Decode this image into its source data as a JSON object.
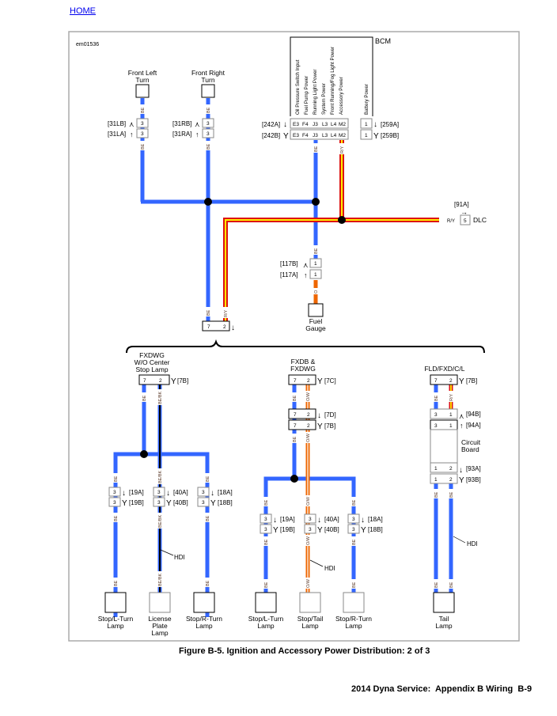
{
  "header": {
    "home_link": "HOME"
  },
  "figure": {
    "id": "em01536",
    "caption": "Figure B-5. Ignition and Accessory Power Distribution: 2 of 3",
    "footer": "2014 Dyna Service:  Appendix B Wiring  B-9"
  },
  "colors": {
    "wire_blue": "#3366ff",
    "wire_red": "#dd1111",
    "wire_yellow": "#ffee00",
    "wire_orange": "#ee6600",
    "wire_black": "#000000",
    "frame_gray": "#aaaaaa"
  },
  "bcm": {
    "label": "BCM",
    "pins": [
      "Oil Pressure Switch Input",
      "Fuel Pump Power",
      "Running Light Power",
      "System Power",
      "Front Running/Fog Light Power",
      "Accessory Power"
    ],
    "battery_pin": "Battery Power",
    "pin_ids": [
      "E3",
      "F4",
      "J3",
      "L3",
      "L4",
      "M2"
    ],
    "connector_a": "[242A]",
    "connector_b": "[242B]",
    "batt_pin_id": "1",
    "batt_a": "[259A]",
    "batt_b": "[259B]"
  },
  "front_left": {
    "label_1": "Front Left",
    "label_2": "Turn",
    "conn_b": "[31LB]",
    "conn_a": "[31LA]",
    "pin": "3"
  },
  "front_right": {
    "label_1": "Front Right",
    "label_2": "Turn",
    "conn_b": "[31RB]",
    "conn_a": "[31RA]",
    "pin": "3"
  },
  "dlc": {
    "label": "DLC",
    "conn": "[91A]",
    "pin": "5",
    "wire": "R/Y"
  },
  "fuel_gauge": {
    "label_1": "Fuel",
    "label_2": "Gauge",
    "conn_b": "[117B]",
    "conn_a": "[117A]",
    "pin": "1",
    "wire": "O"
  },
  "splice": {
    "pin_1": "7",
    "pin_2": "2"
  },
  "wire_codes": {
    "be": "BE",
    "ry": "R/Y",
    "bebk": "BE/BK",
    "ow": "O/W",
    "hdi": "HDI"
  },
  "variants": [
    {
      "title": [
        "FXDWG",
        "W/O Center",
        "Stop Lamp"
      ],
      "conn": "[7B]",
      "pins": [
        "7",
        "2"
      ],
      "branches": [
        {
          "conn_a": "[19A]",
          "conn_b": "[19B]",
          "pin": "3",
          "lamp": [
            "Stop/L-Turn",
            "Lamp"
          ]
        },
        {
          "conn_a": "[40A]",
          "conn_b": "[40B]",
          "pin": "3",
          "lamp": [
            "License",
            "Plate",
            "Lamp"
          ]
        },
        {
          "conn_a": "[18A]",
          "conn_b": "[18B]",
          "pin": "3",
          "lamp": [
            "Stop/R-Turn",
            "Lamp"
          ]
        }
      ]
    },
    {
      "title": [
        "FXDB &",
        "FXDWG"
      ],
      "conn": "[7C]",
      "conn_d": "[7D]",
      "conn_b": "[7B]",
      "pins": [
        "7",
        "2"
      ],
      "branches": [
        {
          "conn_a": "[19A]",
          "conn_b": "[19B]",
          "pin": "3",
          "lamp": [
            "Stop/L-Turn",
            "Lamp"
          ]
        },
        {
          "conn_a": "[40A]",
          "conn_b": "[40B]",
          "pin": "3",
          "lamp": [
            "Stop/Tail",
            "Lamp"
          ]
        },
        {
          "conn_a": "[18A]",
          "conn_b": "[18B]",
          "pin": "3",
          "lamp": [
            "Stop/R-Turn",
            "Lamp"
          ]
        }
      ]
    },
    {
      "title": [
        "FLD/FXD/C/L"
      ],
      "conn": "[7B]",
      "pins": [
        "7",
        "2"
      ],
      "board": {
        "label_1": "Circuit",
        "label_2": "Board",
        "conn_94b": "[94B]",
        "conn_94a": "[94A]",
        "pins_94": [
          "3",
          "1"
        ],
        "conn_93a": "[93A]",
        "conn_93b": "[93B]",
        "pins_93": [
          "1",
          "2"
        ]
      },
      "lamp": [
        "Tail",
        "Lamp"
      ]
    }
  ]
}
